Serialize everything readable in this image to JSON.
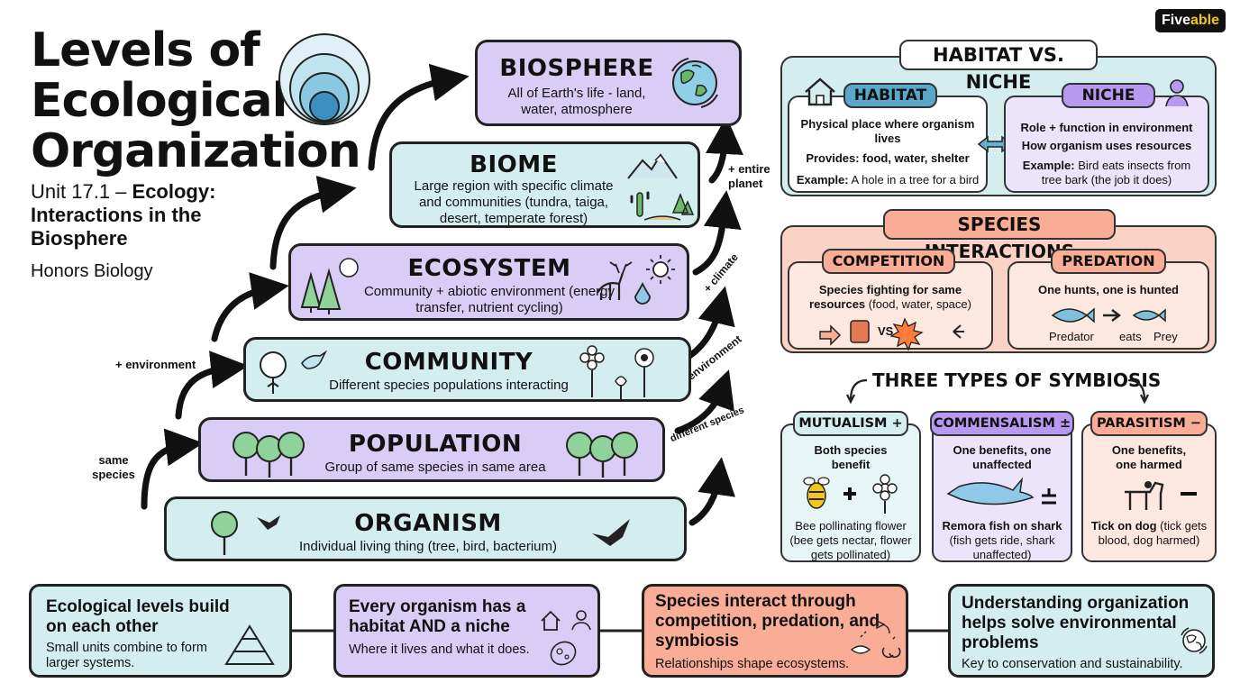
{
  "brand": {
    "logo_part1": "Five",
    "logo_part2": "able"
  },
  "header": {
    "title_line1": "Levels of",
    "title_line2": "Ecological",
    "title_line3": "Organization",
    "subtitle_plain": "Unit 17.1 – ",
    "subtitle_bold": "Ecology: Interactions in the Biosphere",
    "course": "Honors Biology"
  },
  "levels": {
    "biosphere": {
      "title": "BIOSPHERE",
      "desc": "All of Earth's life - land, water, atmosphere"
    },
    "biome": {
      "title": "BIOME",
      "desc": "Large region with specific climate and communities (tundra, taiga, desert, temperate forest)"
    },
    "ecosystem": {
      "title": "ECOSYSTEM",
      "desc": "Community + abiotic environment (energy transfer, nutrient cycling)"
    },
    "community": {
      "title": "COMMUNITY",
      "desc": "Different species populations interacting"
    },
    "population": {
      "title": "POPULATION",
      "desc": "Group of same species in same area"
    },
    "organism": {
      "title": "ORGANISM",
      "desc": "Individual living thing (tree, bird, bacterium)"
    }
  },
  "arrows": {
    "same_species": "same species",
    "environment_left": "+ environment",
    "different_species": "different species",
    "environment_right": "+ environment",
    "climate": "+ climate",
    "entire_planet": "+ entire planet"
  },
  "habitat_niche": {
    "title": "HABITAT VS. NICHE",
    "habitat": {
      "label": "HABITAT",
      "line1": "Physical place where organism lives",
      "line2": "Provides: food, water, shelter",
      "example_label": "Example:",
      "example": "A hole in a tree for a bird"
    },
    "niche": {
      "label": "NICHE",
      "line1": "Role + function in environment",
      "line2": "How organism uses resources",
      "example_label": "Example:",
      "example": "Bird eats insects from tree bark (the job it does)"
    }
  },
  "interactions": {
    "title": "SPECIES INTERACTIONS",
    "competition": {
      "label": "COMPETITION",
      "desc_bold": "Species fighting for same resources",
      "desc_rest": "(food, water, space)",
      "vs": "VS"
    },
    "predation": {
      "label": "PREDATION",
      "desc": "One hunts, one is hunted",
      "predator": "Predator",
      "eats": "eats",
      "prey": "Prey"
    }
  },
  "symbiosis": {
    "title": "THREE TYPES OF SYMBIOSIS",
    "mutualism": {
      "label": "MUTUALISM +",
      "desc": "Both species benefit",
      "example_bold": "Bee pollinating flower",
      "example": "(bee gets nectar, flower gets pollinated)"
    },
    "commensalism": {
      "label": "COMMENSALISM ±",
      "desc": "One benefits, one unaffected",
      "example_bold": "Remora fish on shark",
      "example": "(fish gets ride, shark unaffected)"
    },
    "parasitism": {
      "label": "PARASITISM −",
      "desc": "One benefits, one harmed",
      "example_bold": "Tick on dog",
      "example": "(tick gets blood, dog harmed)"
    }
  },
  "takeaways": [
    {
      "heading": "Ecological levels build on each other",
      "body": "Small units combine to form larger systems."
    },
    {
      "heading": "Every organism has a habitat AND a niche",
      "body": "Where it lives and what it does."
    },
    {
      "heading": "Species interact through competition, predation, and symbiosis",
      "body": "Relationships shape ecosystems."
    },
    {
      "heading": "Understanding organization helps solve environmental problems",
      "body": "Key to conservation and sustainability."
    }
  ],
  "colors": {
    "teal": "#d4eef0",
    "purple": "#d9cdf6",
    "orange": "#f9ad96",
    "habitat_pill": "#5aa7c9",
    "niche_pill": "#b79af0"
  },
  "icons": [
    "nested-circles-icon",
    "earth-icon",
    "mountain-cactus-icon",
    "tree-icon",
    "deer-icon",
    "sun-icon",
    "water-drop-icon",
    "bird-icon",
    "flower-icon",
    "house-icon",
    "person-icon",
    "bee-icon",
    "shark-icon",
    "dog-icon",
    "fish-icon",
    "pyramid-icon",
    "globe-recycle-icon"
  ]
}
